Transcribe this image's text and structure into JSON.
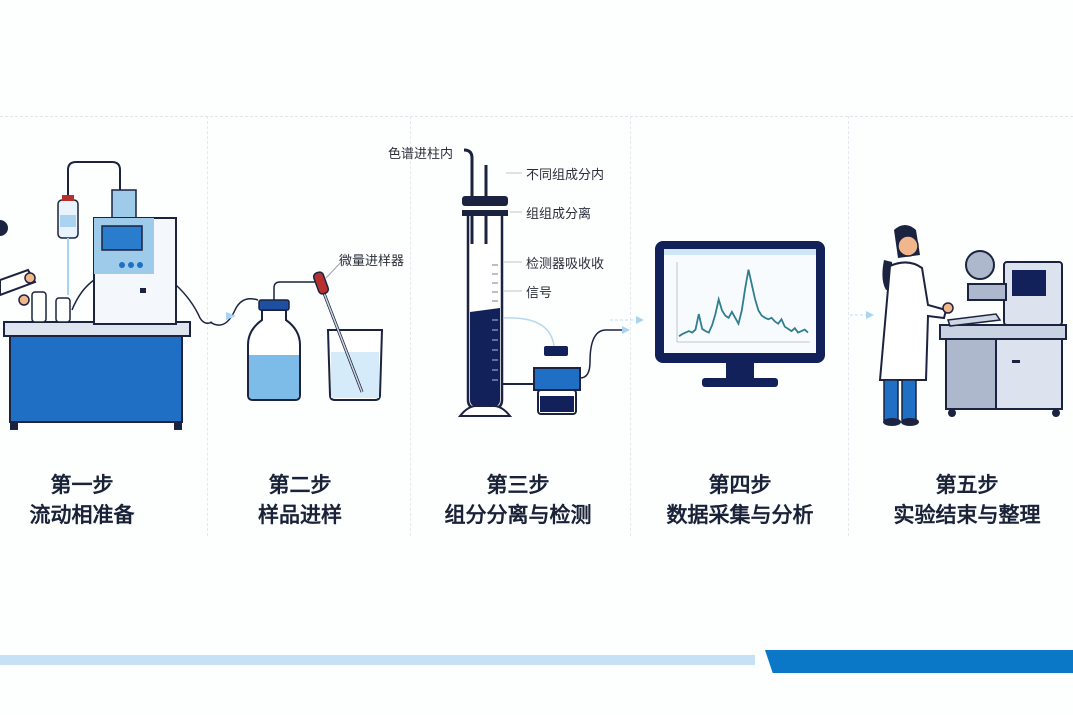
{
  "steps": [
    {
      "title": "第一步",
      "subtitle": "流动相准备"
    },
    {
      "title": "第二步",
      "subtitle": "样品进样"
    },
    {
      "title": "第三步",
      "subtitle": "组分分离与检测"
    },
    {
      "title": "第四步",
      "subtitle": "数据采集与分析"
    },
    {
      "title": "第五步",
      "subtitle": "实验结束与整理"
    }
  ],
  "callouts": {
    "micro_injector": "微量进样器",
    "column_inlet": "色谱进柱内",
    "components_in": "不同组成分内",
    "components_separate": "组组成分离",
    "detector_absorb": "检测器吸收收",
    "signal": "信号"
  },
  "colors": {
    "accent_blue": "#1f6fc4",
    "navy": "#0f1f4d",
    "light_blue": "#c7e1f4",
    "liquid_blue": "#a9d3f0",
    "footer_bar": "#0b78c7"
  },
  "monitor_trace": {
    "description": "chromatogram-like signal on monitor; axis tick labels illegible",
    "y_normalized": [
      0.05,
      0.08,
      0.1,
      0.12,
      0.1,
      0.14,
      0.35,
      0.15,
      0.12,
      0.1,
      0.2,
      0.35,
      0.55,
      0.4,
      0.33,
      0.3,
      0.38,
      0.3,
      0.22,
      0.4,
      0.7,
      0.95,
      0.75,
      0.55,
      0.4,
      0.33,
      0.3,
      0.28,
      0.3,
      0.25,
      0.22,
      0.28,
      0.18,
      0.15,
      0.12,
      0.16,
      0.1,
      0.12,
      0.14,
      0.1
    ]
  }
}
